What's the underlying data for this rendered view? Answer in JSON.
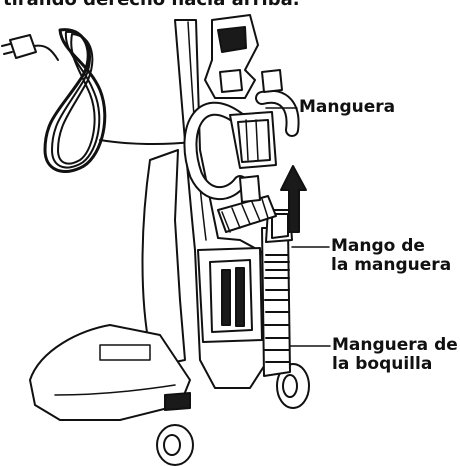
{
  "caption_top": "tirando derecho hacia arriba.",
  "labels": {
    "manguera": "Manguera",
    "mango_line1": "Mango de",
    "mango_line2": "la manguera",
    "boquilla_line1": "Manguera de",
    "boquilla_line2": "la boquilla"
  },
  "colors": {
    "ink": "#111111",
    "fill_light": "#ffffff",
    "fill_dark": "#1a1a1a"
  }
}
